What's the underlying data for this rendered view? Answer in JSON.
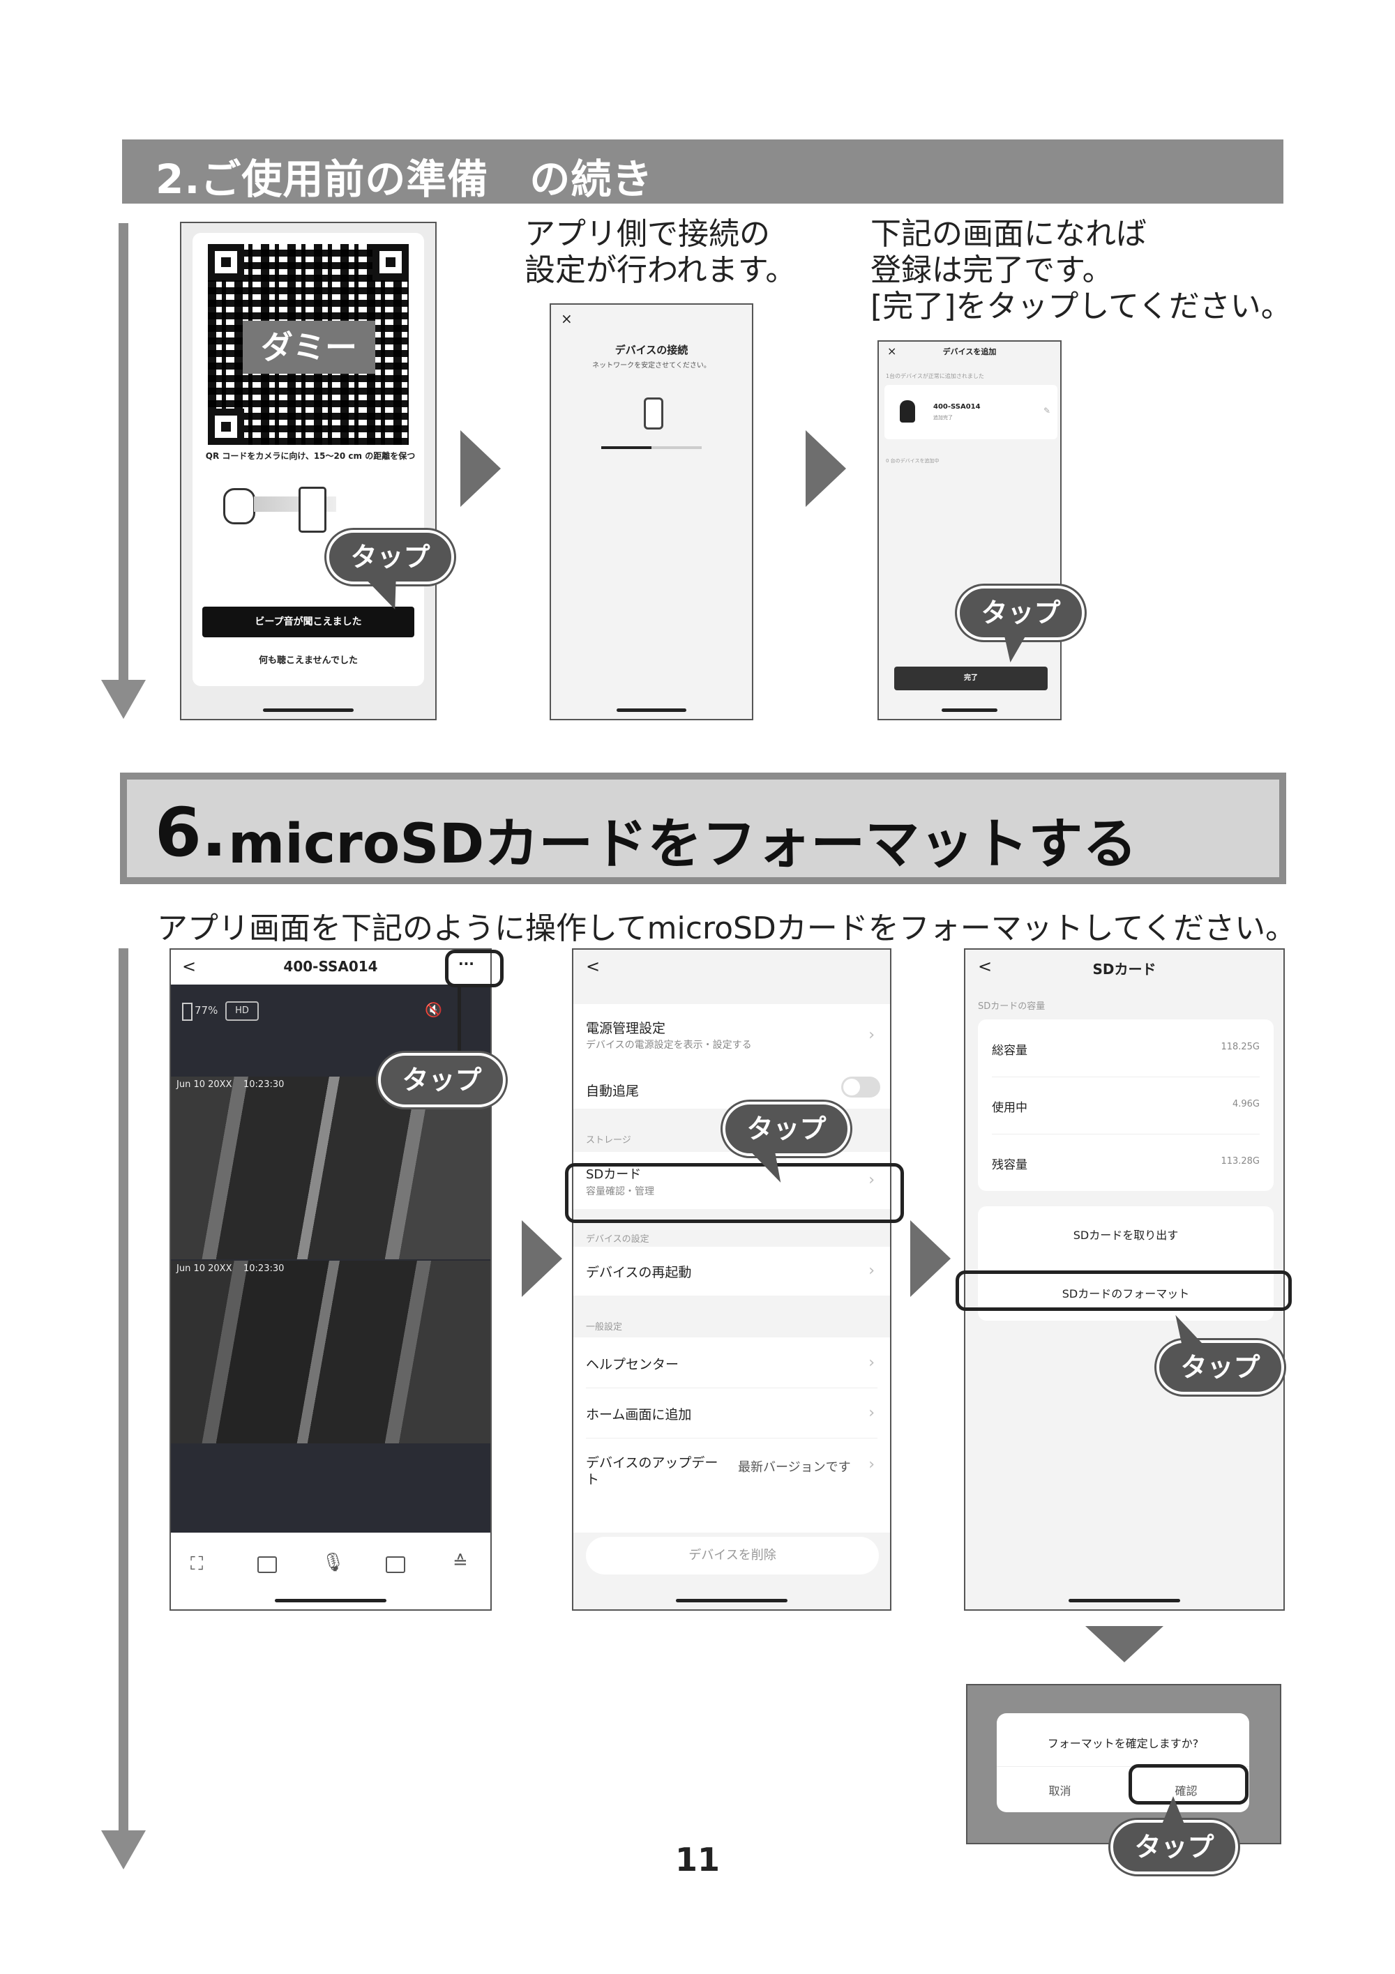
{
  "section2": {
    "title": "2.ご使用前の準備　の続き",
    "phone1": {
      "dummy_label": "ダミー",
      "qr_instruction": "QR コードをカメラに向け、15～20 cm の距離を保つ",
      "beep_button": "ビープ音が聞こえました",
      "no_sound_link": "何も聴こえませんでした",
      "tap": "タップ"
    },
    "caption2": [
      "アプリ側で接続の",
      "設定が行われます。"
    ],
    "phone2": {
      "close": "×",
      "title": "デバイスの接続",
      "subtitle": "ネットワークを安定させてください。",
      "progress": 0.5
    },
    "caption3": [
      "下記の画面になれば",
      "登録は完了です。",
      "[完了]をタップしてください。"
    ],
    "phone3": {
      "close": "×",
      "title": "デバイスを追加",
      "note": "1台のデバイスが正常に追加されました",
      "device_name": "400-SSA014",
      "device_status": "追加完了",
      "pending": "0 台のデバイスを追加中",
      "done_button": "完了",
      "tap": "タップ"
    }
  },
  "section6": {
    "number": "6.",
    "title": "microSDカードをフォーマットする",
    "instruction": "アプリ画面を下記のように操作してmicroSDカードをフォーマットしてください。",
    "phone4": {
      "back": "<",
      "title": "400-SSA014",
      "more": "···",
      "battery": "77%",
      "hd": "HD",
      "timestamp1": "Jun 10 20XX    10:23:30",
      "timestamp2": "Jun 10 20XX    10:23:30",
      "tap": "タップ"
    },
    "phone5": {
      "back": "<",
      "rows": [
        {
          "title": "電源管理設定",
          "sub": "デバイスの電源設定を表示・設定する"
        },
        {
          "title": "自動追尾",
          "sub": ""
        }
      ],
      "storage_header": "ストレージ",
      "sd_title": "SDカード",
      "sd_sub": "容量確認・管理",
      "device_header": "デバイスの設定",
      "reboot": "デバイスの再起動",
      "general_header": "一般設定",
      "help": "ヘルプセンター",
      "home_add": "ホーム画面に追加",
      "update_title": "デバイスのアップデート",
      "update_value": "最新バージョンです",
      "delete": "デバイスを削除",
      "tap": "タップ"
    },
    "phone6": {
      "back": "<",
      "title": "SDカード",
      "capacity_header": "SDカードの容量",
      "rows": [
        {
          "label": "総容量",
          "value": "118.25G"
        },
        {
          "label": "使用中",
          "value": "4.96G"
        },
        {
          "label": "残容量",
          "value": "113.28G"
        }
      ],
      "eject": "SDカードを取り出す",
      "format": "SDカードのフォーマット",
      "tap": "タップ"
    },
    "dialog": {
      "message": "フォーマットを確定しますか?",
      "cancel": "取消",
      "confirm": "確認",
      "tap": "タップ"
    }
  },
  "page_number": "11"
}
